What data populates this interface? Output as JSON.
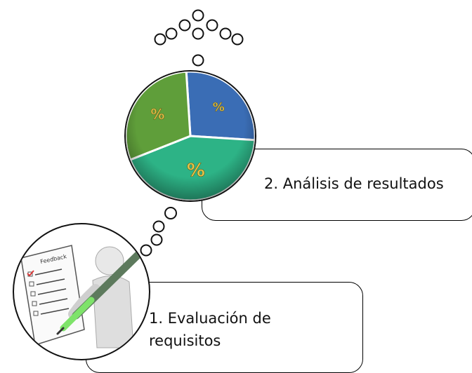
{
  "steps": [
    {
      "number": "1.",
      "text": "Evaluación de requisitos",
      "line1": "1. Evaluación de",
      "line2": "requisitos"
    },
    {
      "number": "2.",
      "text": "Análisis de resultados",
      "line1": "2. Análisis de resultados"
    }
  ],
  "pie": {
    "slices": [
      {
        "name": "blue",
        "label": "%",
        "color": "#3a6db5",
        "fraction": 0.27
      },
      {
        "name": "teal",
        "label": "%",
        "color": "#2db386",
        "fraction": 0.43
      },
      {
        "name": "green",
        "label": "%",
        "color": "#5f9e3a",
        "fraction": 0.3
      }
    ],
    "label_color": "#e6c84a"
  },
  "feedback_sheet": {
    "title": "Feedback"
  },
  "colors": {
    "outline": "#111111",
    "pen_body": "#5d7a5d",
    "pen_tip": "#7ee36a",
    "figure": "#d9d9d9"
  }
}
